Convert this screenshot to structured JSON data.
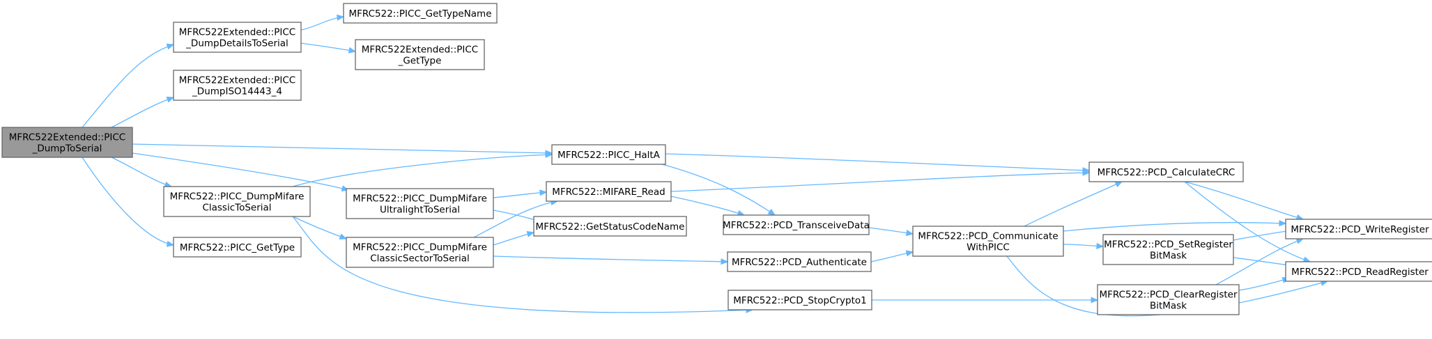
{
  "colors": {
    "edge": "#63b8ff",
    "node_border": "#666666",
    "root_fill": "#999999",
    "node_fill": "#ffffff"
  },
  "nodes": [
    {
      "id": "root",
      "lines": [
        "MFRC522Extended::PICC",
        "_DumpToSerial"
      ],
      "highlighted": true
    },
    {
      "id": "dumpDetails",
      "lines": [
        "MFRC522Extended::PICC",
        "_DumpDetailsToSerial"
      ]
    },
    {
      "id": "getTypeName",
      "lines": [
        "MFRC522::PICC_GetTypeName"
      ]
    },
    {
      "id": "extGetType",
      "lines": [
        "MFRC522Extended::PICC",
        "_GetType"
      ]
    },
    {
      "id": "dumpIso",
      "lines": [
        "MFRC522Extended::PICC",
        "_DumpISO14443_4"
      ]
    },
    {
      "id": "haltA",
      "lines": [
        "MFRC522::PICC_HaltA"
      ]
    },
    {
      "id": "dumpMifareClassic",
      "lines": [
        "MFRC522::PICC_DumpMifare",
        "ClassicToSerial"
      ]
    },
    {
      "id": "dumpUltralight",
      "lines": [
        "MFRC522::PICC_DumpMifare",
        "UltralightToSerial"
      ]
    },
    {
      "id": "mifareRead",
      "lines": [
        "MFRC522::MIFARE_Read"
      ]
    },
    {
      "id": "getStatusCodeName",
      "lines": [
        "MFRC522::GetStatusCodeName"
      ]
    },
    {
      "id": "getType",
      "lines": [
        "MFRC522::PICC_GetType"
      ]
    },
    {
      "id": "dumpSector",
      "lines": [
        "MFRC522::PICC_DumpMifare",
        "ClassicSectorToSerial"
      ]
    },
    {
      "id": "transceive",
      "lines": [
        "MFRC522::PCD_TransceiveData"
      ]
    },
    {
      "id": "authenticate",
      "lines": [
        "MFRC522::PCD_Authenticate"
      ]
    },
    {
      "id": "stopCrypto",
      "lines": [
        "MFRC522::PCD_StopCrypto1"
      ]
    },
    {
      "id": "communicate",
      "lines": [
        "MFRC522::PCD_Communicate",
        "WithPICC"
      ]
    },
    {
      "id": "calcCrc",
      "lines": [
        "MFRC522::PCD_CalculateCRC"
      ]
    },
    {
      "id": "setMask",
      "lines": [
        "MFRC522::PCD_SetRegister",
        "BitMask"
      ]
    },
    {
      "id": "clearMask",
      "lines": [
        "MFRC522::PCD_ClearRegister",
        "BitMask"
      ]
    },
    {
      "id": "writeReg",
      "lines": [
        "MFRC522::PCD_WriteRegister"
      ]
    },
    {
      "id": "readReg",
      "lines": [
        "MFRC522::PCD_ReadRegister"
      ]
    }
  ],
  "edges": [
    [
      "root",
      "dumpDetails"
    ],
    [
      "root",
      "dumpIso"
    ],
    [
      "root",
      "haltA"
    ],
    [
      "root",
      "dumpMifareClassic"
    ],
    [
      "root",
      "dumpUltralight"
    ],
    [
      "root",
      "getType"
    ],
    [
      "dumpDetails",
      "getTypeName"
    ],
    [
      "dumpDetails",
      "extGetType"
    ],
    [
      "dumpMifareClassic",
      "haltA"
    ],
    [
      "dumpMifareClassic",
      "dumpSector"
    ],
    [
      "dumpMifareClassic",
      "stopCrypto"
    ],
    [
      "dumpUltralight",
      "mifareRead"
    ],
    [
      "dumpUltralight",
      "getStatusCodeName"
    ],
    [
      "dumpSector",
      "mifareRead"
    ],
    [
      "dumpSector",
      "getStatusCodeName"
    ],
    [
      "dumpSector",
      "authenticate"
    ],
    [
      "haltA",
      "calcCrc"
    ],
    [
      "haltA",
      "transceive"
    ],
    [
      "mifareRead",
      "calcCrc"
    ],
    [
      "mifareRead",
      "transceive"
    ],
    [
      "transceive",
      "communicate"
    ],
    [
      "authenticate",
      "communicate"
    ],
    [
      "communicate",
      "calcCrc"
    ],
    [
      "communicate",
      "writeReg"
    ],
    [
      "communicate",
      "setMask"
    ],
    [
      "communicate",
      "readReg"
    ],
    [
      "stopCrypto",
      "clearMask"
    ],
    [
      "calcCrc",
      "writeReg"
    ],
    [
      "calcCrc",
      "readReg"
    ],
    [
      "setMask",
      "writeReg"
    ],
    [
      "setMask",
      "readReg"
    ],
    [
      "clearMask",
      "writeReg"
    ],
    [
      "clearMask",
      "readReg"
    ]
  ]
}
